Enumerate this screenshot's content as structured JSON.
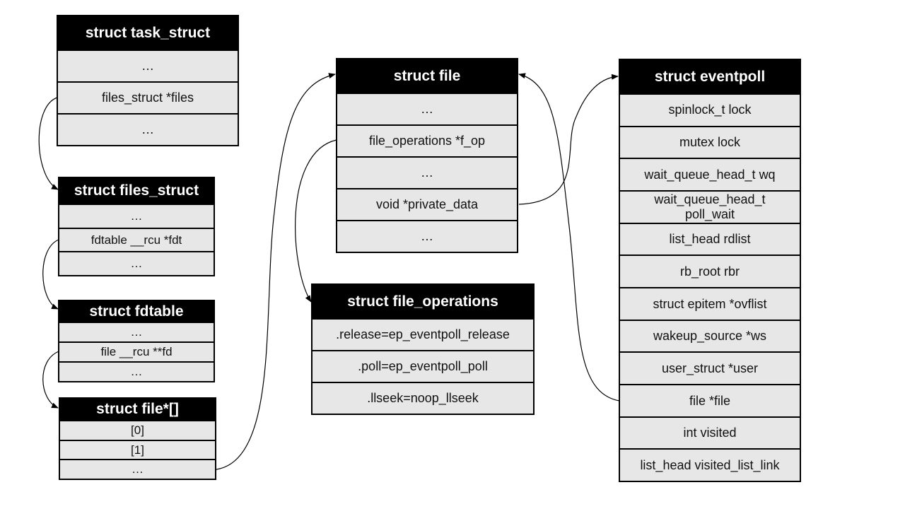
{
  "structs": {
    "task_struct": {
      "title": "struct task_struct",
      "fields": [
        "…",
        "files_struct *files",
        "…"
      ]
    },
    "files_struct": {
      "title": "struct files_struct",
      "fields": [
        "…",
        "fdtable __rcu *fdt",
        "…"
      ]
    },
    "fdtable": {
      "title": "struct fdtable",
      "fields": [
        "…",
        "file __rcu **fd",
        "…"
      ]
    },
    "file_array": {
      "title": "struct file*[]",
      "fields": [
        "[0]",
        "[1]",
        "…"
      ]
    },
    "file": {
      "title": "struct file",
      "fields": [
        "…",
        "file_operations *f_op",
        "…",
        "void *private_data",
        "…"
      ]
    },
    "file_operations": {
      "title": "struct file_operations",
      "fields": [
        ".release=ep_eventpoll_release",
        ".poll=ep_eventpoll_poll",
        ".llseek=noop_llseek"
      ]
    },
    "eventpoll": {
      "title": "struct eventpoll",
      "fields": [
        "spinlock_t lock",
        "mutex lock",
        "wait_queue_head_t wq",
        "wait_queue_head_t poll_wait",
        "list_head rdlist",
        "rb_root rbr",
        "struct epitem *ovflist",
        "wakeup_source *ws",
        "user_struct *user",
        "file *file",
        "int visited",
        "list_head visited_list_link"
      ]
    }
  },
  "colors": {
    "header_bg": "#000000",
    "header_text": "#ffffff",
    "cell_bg": "#e7e7e7",
    "border": "#000000"
  }
}
